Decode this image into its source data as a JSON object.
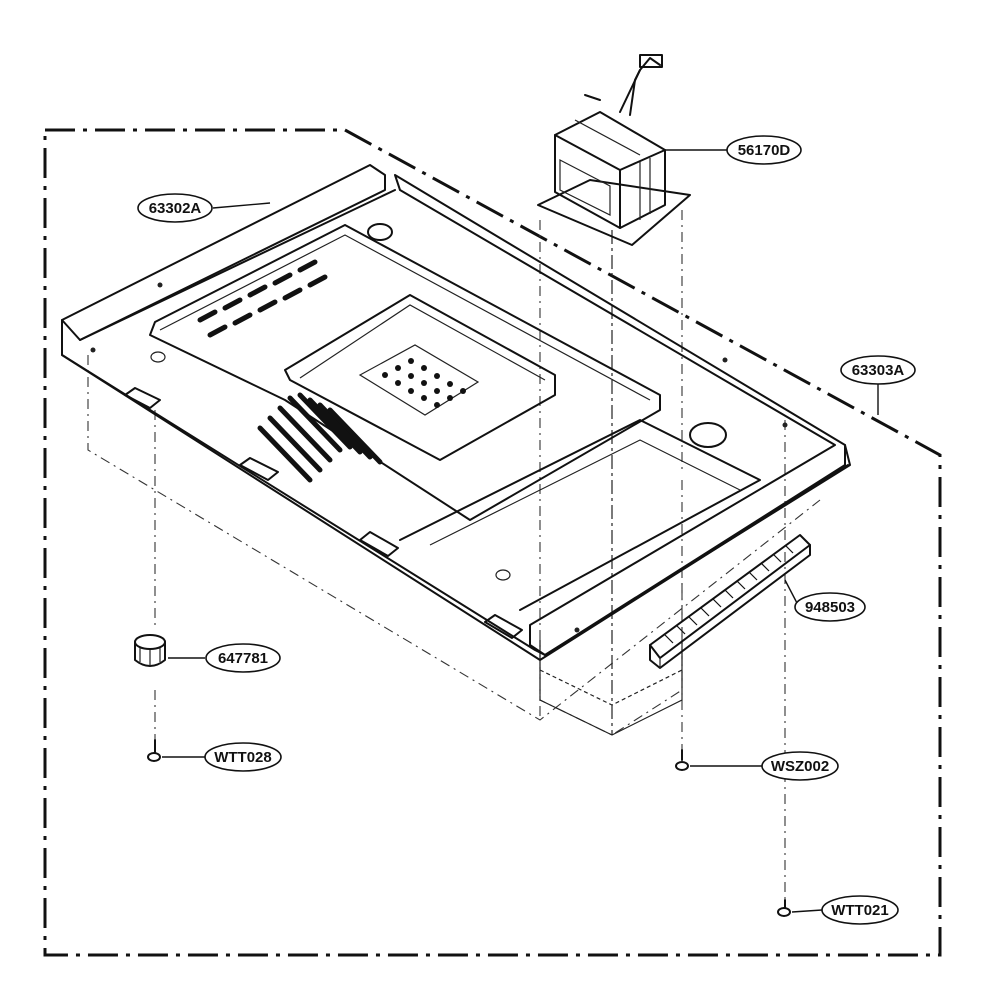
{
  "diagram": {
    "type": "exploded-parts-diagram",
    "parts": [
      {
        "id": "63302A",
        "icon": "base-plate"
      },
      {
        "id": "56170D",
        "icon": "transformer"
      },
      {
        "id": "63303A",
        "icon": "outer-boundary"
      },
      {
        "id": "948503",
        "icon": "ferrite-bar"
      },
      {
        "id": "647781",
        "icon": "foot"
      },
      {
        "id": "WTT028",
        "icon": "screw"
      },
      {
        "id": "WSZ002",
        "icon": "screw"
      },
      {
        "id": "WTT021",
        "icon": "screw"
      }
    ]
  }
}
